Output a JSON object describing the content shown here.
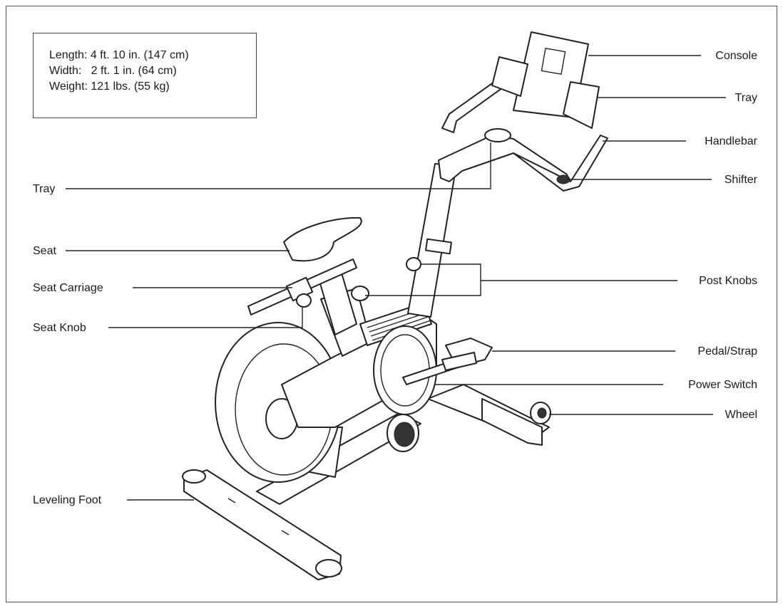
{
  "specs": {
    "length": "Length: 4 ft. 10 in. (147 cm)",
    "width": "Width:   2 ft. 1 in. (64 cm)",
    "weight": "Weight: 121 lbs. (55 kg)"
  },
  "labels": {
    "console": "Console",
    "tray_right": "Tray",
    "handlebar": "Handlebar",
    "shifter": "Shifter",
    "tray_left": "Tray",
    "seat": "Seat",
    "seat_carriage": "Seat Carriage",
    "seat_knob": "Seat Knob",
    "post_knobs": "Post Knobs",
    "pedal_strap": "Pedal/Strap",
    "power_switch": "Power Switch",
    "wheel": "Wheel",
    "leveling_foot": "Leveling Foot"
  }
}
